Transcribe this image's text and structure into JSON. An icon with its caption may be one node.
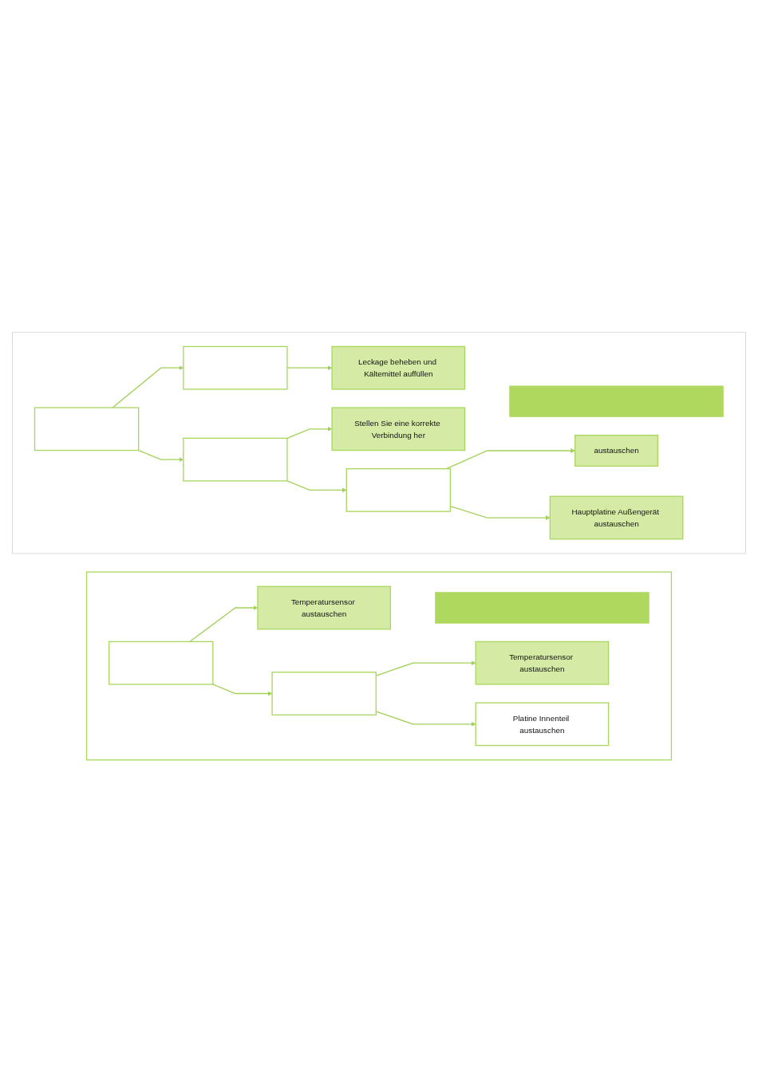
{
  "diagram": {
    "nodes": [
      {
        "text": [],
        "shape": "box"
      },
      {
        "text": [],
        "shape": "bar",
        "in": 0
      },
      {
        "text": [],
        "shape": "box",
        "in": 0
      },
      {
        "text": [],
        "shape": "box",
        "in": 0
      },
      {
        "text": [
          "Leckage beheben und Kältemittel auffüllen"
        ],
        "in": 0
      },
      {
        "text": [],
        "shape": "box",
        "in": 0
      },
      {
        "text": [
          "Stellen Sie eine korrekte Verbindung her"
        ],
        "in": 0
      },
      {
        "text": [],
        "shape": "box",
        "in": 0
      },
      {
        "text": [
          "austauschen"
        ],
        "in": 0
      },
      {
        "text": [
          "Hauptplatine Außengerät austauschen"
        ],
        "in": 0
      },
      {
        "text": [],
        "shape": "box"
      },
      {
        "text": [],
        "shape": "bar",
        "in": 10
      },
      {
        "text": [],
        "shape": "box",
        "in": 10
      },
      {
        "text": [
          "Temperatursensor austauschen"
        ],
        "in": 10
      },
      {
        "text": [],
        "shape": "box",
        "in": 10
      },
      {
        "text": [
          "Temperatursensor austauschen"
        ],
        "in": 10
      },
      {
        "text": [
          "Platine Innenteil austauschen"
        ],
        "in": 10
      }
    ],
    "edges": [
      {
        "from": 2,
        "to": 3,
        "arrow": "to"
      },
      {
        "from": 3,
        "to": 4,
        "arrow": "to"
      },
      {
        "from": 2,
        "to": 5,
        "arrow": "to"
      },
      {
        "from": 5,
        "to": 6,
        "arrow": "to"
      },
      {
        "from": 5,
        "to": 7,
        "arrow": "to"
      },
      {
        "from": 7,
        "to": 8,
        "arrow": "to"
      },
      {
        "from": 7,
        "to": 9,
        "arrow": "to"
      },
      {
        "from": 12,
        "to": 13,
        "arrow": "to"
      },
      {
        "from": 12,
        "to": 14,
        "arrow": "to"
      },
      {
        "from": 14,
        "to": 15,
        "arrow": "to"
      },
      {
        "from": 14,
        "to": 16,
        "arrow": "to"
      }
    ]
  }
}
